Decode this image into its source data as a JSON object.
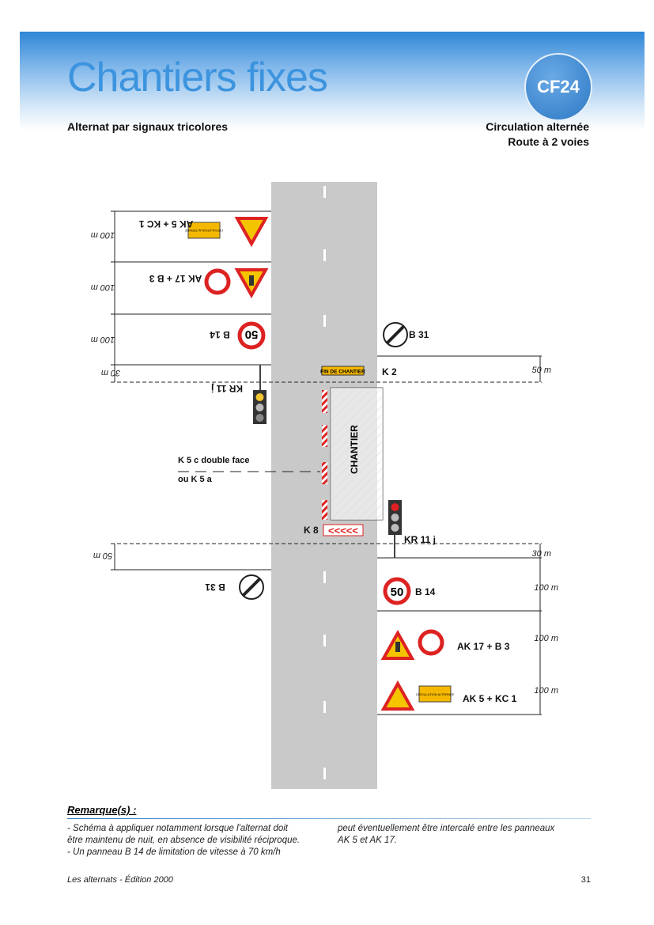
{
  "header": {
    "title": "Chantiers fixes",
    "badge": "CF24",
    "subtitle_left": "Alternat par signaux tricolores",
    "subtitle_right_1": "Circulation alternée",
    "subtitle_right_2": "Route à 2 voies"
  },
  "diagram": {
    "left": {
      "sign1": "AK 5 + KC 1",
      "sign2": "AK 17 + B 3",
      "sign3": "B 14",
      "light": "KR 11 j",
      "end": "B 31",
      "dist1": "100 m",
      "dist2": "100 m",
      "dist3": "100 m",
      "dist4": "30 m",
      "dist5": "50 m"
    },
    "right": {
      "end": "B 31",
      "k2": "K 2",
      "k2_panel": "FIN DE CHANTIER",
      "light": "KR 11 j",
      "sign3": "B 14",
      "sign2": "AK 17 + B 3",
      "sign1": "AK 5 + KC 1",
      "dist1": "50 m",
      "dist2": "30 m",
      "dist3": "100 m",
      "dist4": "100 m",
      "dist5": "100 m"
    },
    "chantier": "CHANTIER",
    "k5_line1": "K 5 c double face",
    "k5_line2": "ou K 5 a",
    "k8": "K 8",
    "speed": "50",
    "kc1_panel": "CIRCULATION ALTERNEE"
  },
  "remarks": {
    "heading": "Remarque(s) :",
    "col1": [
      "- Schéma à appliquer notamment lorsque l'alternat doit",
      "être maintenu de nuit, en absence de visibilité réciproque.",
      "- Un panneau B 14 de limitation de vitesse à 70 km/h"
    ],
    "col2": [
      "peut éventuellement être intercalé entre les panneaux",
      "AK 5 et AK 17."
    ]
  },
  "footer": {
    "left": "Les alternats - Édition 2000",
    "page": "31"
  }
}
